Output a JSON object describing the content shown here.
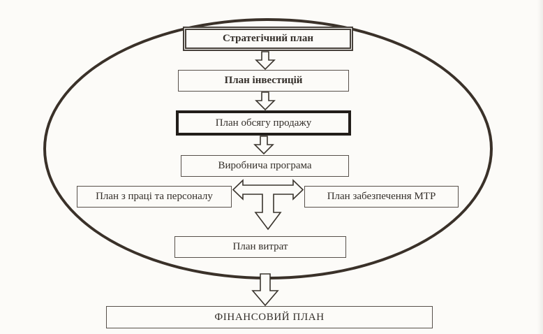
{
  "diagram": {
    "nodes": {
      "strategic": {
        "label": "Стратегічний план"
      },
      "investment": {
        "label": "План інвестицій"
      },
      "sales": {
        "label": "План обсягу продажу"
      },
      "production": {
        "label": "Виробнича програма"
      },
      "labor": {
        "label": "План з праці та персоналу"
      },
      "materials": {
        "label": "План забезпечення МТР"
      },
      "costs": {
        "label": "План витрат"
      },
      "financial": {
        "label": "ФІНАНСОВИЙ ПЛАН"
      }
    },
    "connections": [
      {
        "from": "strategic",
        "to": "investment",
        "type": "down-arrow"
      },
      {
        "from": "investment",
        "to": "sales",
        "type": "down-arrow"
      },
      {
        "from": "sales",
        "to": "production",
        "type": "down-arrow"
      },
      {
        "from": "production",
        "to": "labor",
        "type": "double-headed-arrow-left"
      },
      {
        "from": "production",
        "to": "materials",
        "type": "double-headed-arrow-right"
      },
      {
        "from": "production",
        "to": "costs",
        "type": "down-arrow"
      },
      {
        "from": "costs",
        "to": "financial",
        "type": "down-arrow"
      }
    ],
    "colors": {
      "ink": "#3a3129",
      "paper": "#fcfbf8",
      "thick_border": "#221e1a"
    }
  }
}
